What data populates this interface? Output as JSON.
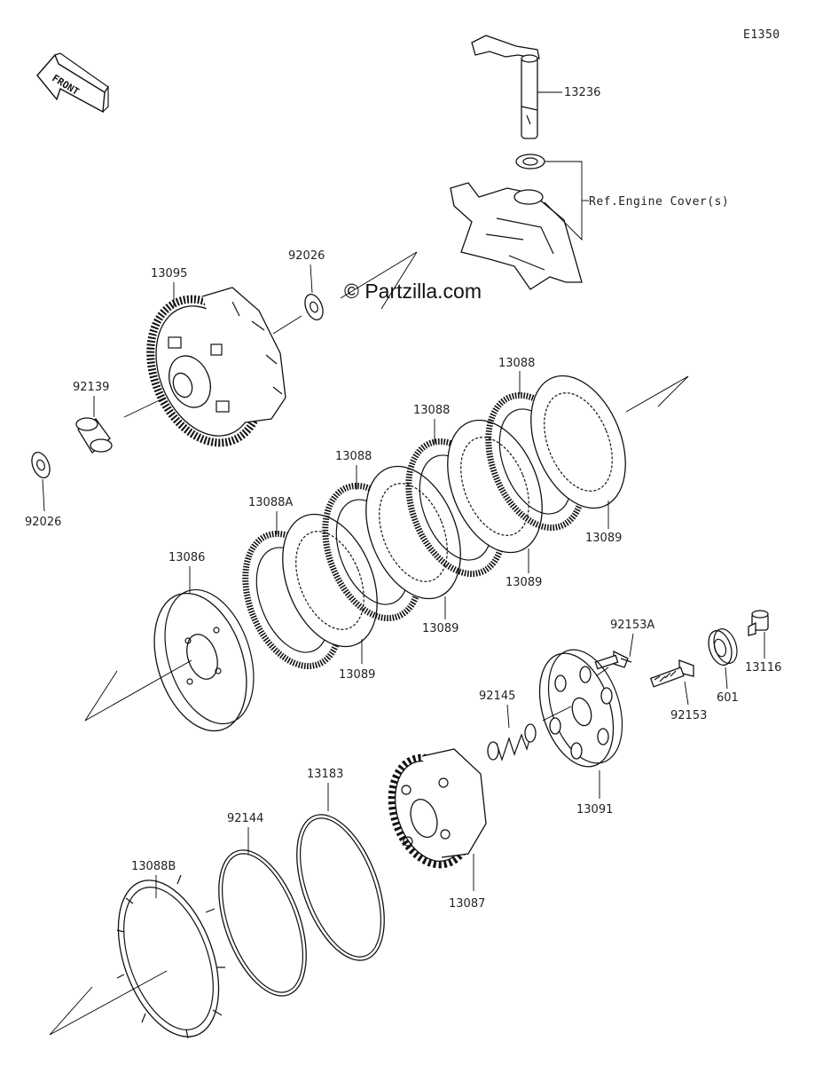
{
  "diagram": {
    "code": "E1350",
    "front_label": "FRONT",
    "watermark": "© Partzilla.com",
    "ref_note": "Ref.Engine Cover(s)",
    "parts": {
      "p13236": "13236",
      "p13095": "13095",
      "p92026a": "92026",
      "p92139": "92139",
      "p92026b": "92026",
      "p13088_1": "13088",
      "p13088_2": "13088",
      "p13088_3": "13088",
      "p13088A": "13088A",
      "p13086": "13086",
      "p13089_1": "13089",
      "p13089_2": "13089",
      "p13089_3": "13089",
      "p13089_4": "13089",
      "p92153A": "92153A",
      "p13116": "13116",
      "p601": "601",
      "p92153": "92153",
      "p92145": "92145",
      "p13091": "13091",
      "p13183": "13183",
      "p92144": "92144",
      "p13087": "13087",
      "p13088B": "13088B"
    }
  }
}
